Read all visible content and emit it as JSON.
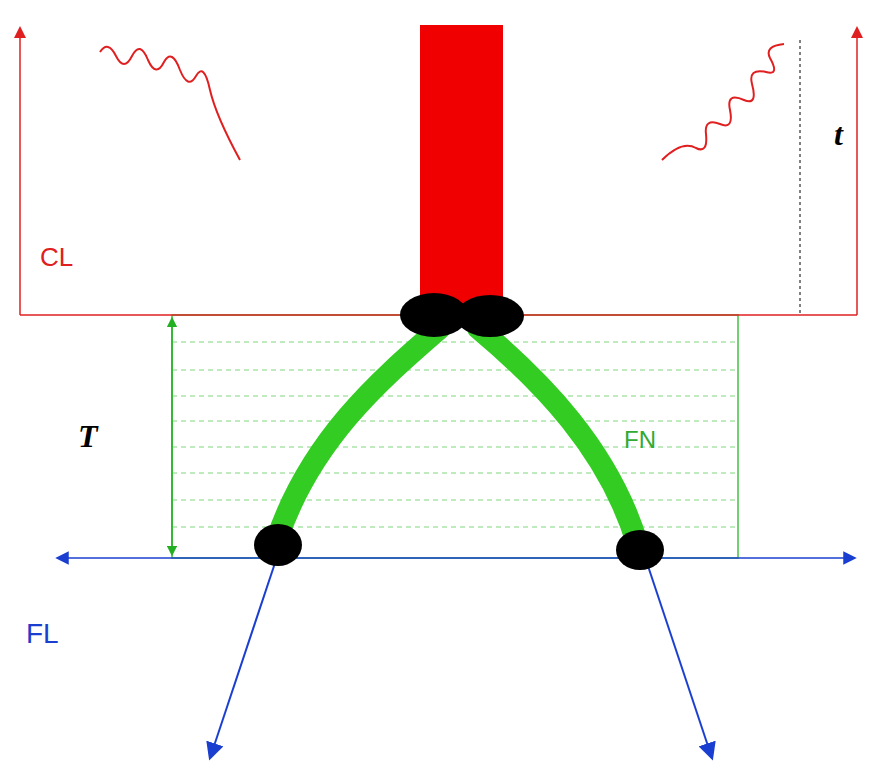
{
  "diagram": {
    "labels": [
      "CL",
      "t",
      "T",
      "FN",
      "FL"
    ]
  }
}
